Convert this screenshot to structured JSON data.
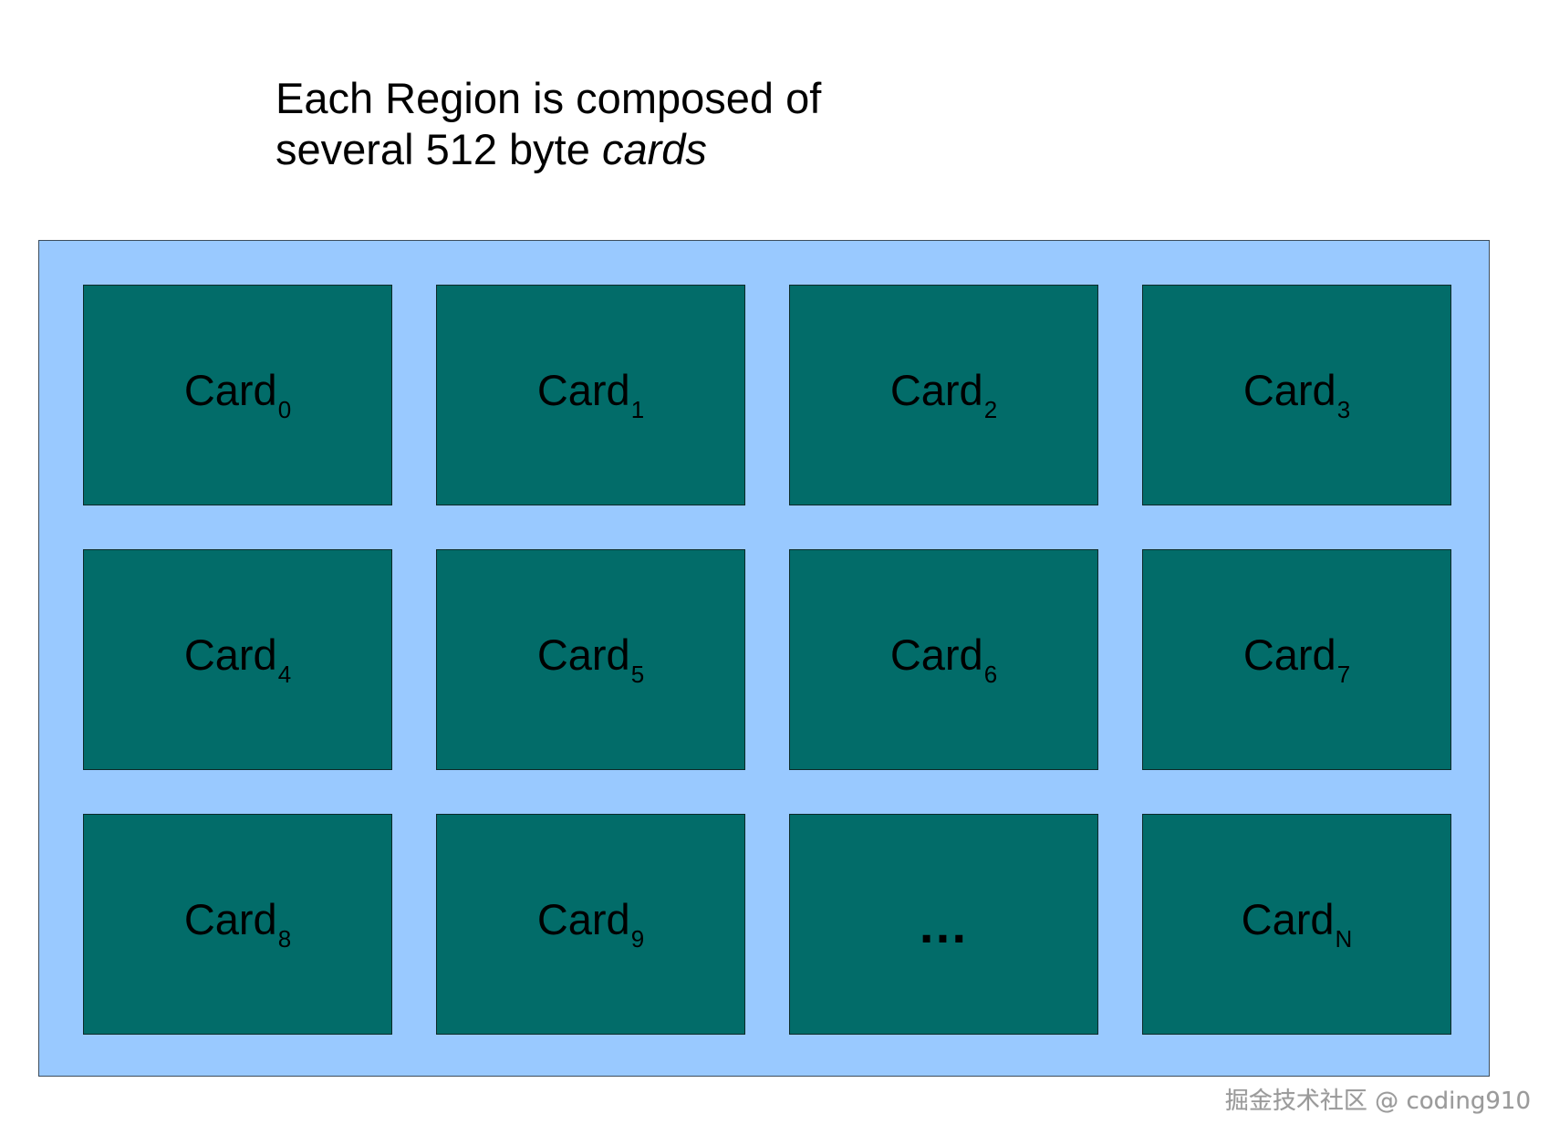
{
  "title": {
    "line1": "Each Region is composed of",
    "line2_prefix": "several 512 byte ",
    "line2_emphasis": "cards"
  },
  "colors": {
    "region_fill": "#99c9ff",
    "card_fill": "#026c69"
  },
  "cards": [
    {
      "label": "Card",
      "subscript": "0"
    },
    {
      "label": "Card",
      "subscript": "1"
    },
    {
      "label": "Card",
      "subscript": "2"
    },
    {
      "label": "Card",
      "subscript": "3"
    },
    {
      "label": "Card",
      "subscript": "4"
    },
    {
      "label": "Card",
      "subscript": "5"
    },
    {
      "label": "Card",
      "subscript": "6"
    },
    {
      "label": "Card",
      "subscript": "7"
    },
    {
      "label": "Card",
      "subscript": "8"
    },
    {
      "label": "Card",
      "subscript": "9"
    },
    {
      "label": "…",
      "subscript": ""
    },
    {
      "label": "Card",
      "subscript": "N"
    }
  ],
  "watermark": "掘金技术社区 @ coding910"
}
